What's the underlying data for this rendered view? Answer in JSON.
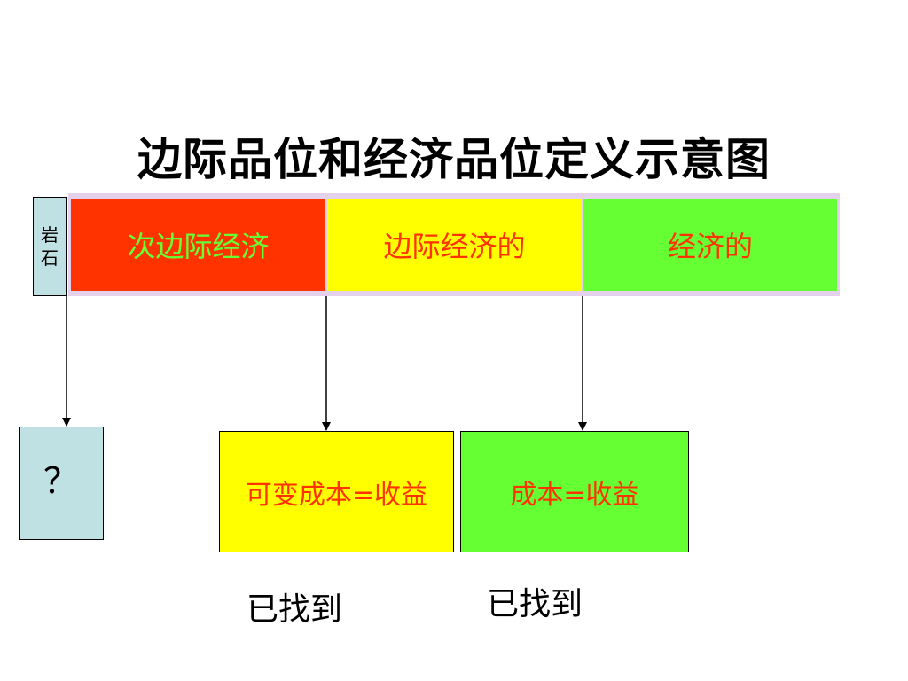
{
  "slide": {
    "title": "边际品位和经济品位定义示意图",
    "rock_label_line1": "岩",
    "rock_label_line2": "石",
    "segments": {
      "sub_marginal": "次边际经济",
      "marginal": "边际经济的",
      "economic": "经济的"
    },
    "question_mark": "？",
    "boxes": {
      "variable_cost": "可变成本=收益",
      "cost": "成本=收益"
    },
    "found_label_1": "已找到",
    "found_label_2": "已找到"
  },
  "colors": {
    "red": "#ff3300",
    "yellow": "#ffff00",
    "green": "#66ff33",
    "light_blue": "#bfe1e3",
    "bar_border": "#e4d2ec"
  }
}
